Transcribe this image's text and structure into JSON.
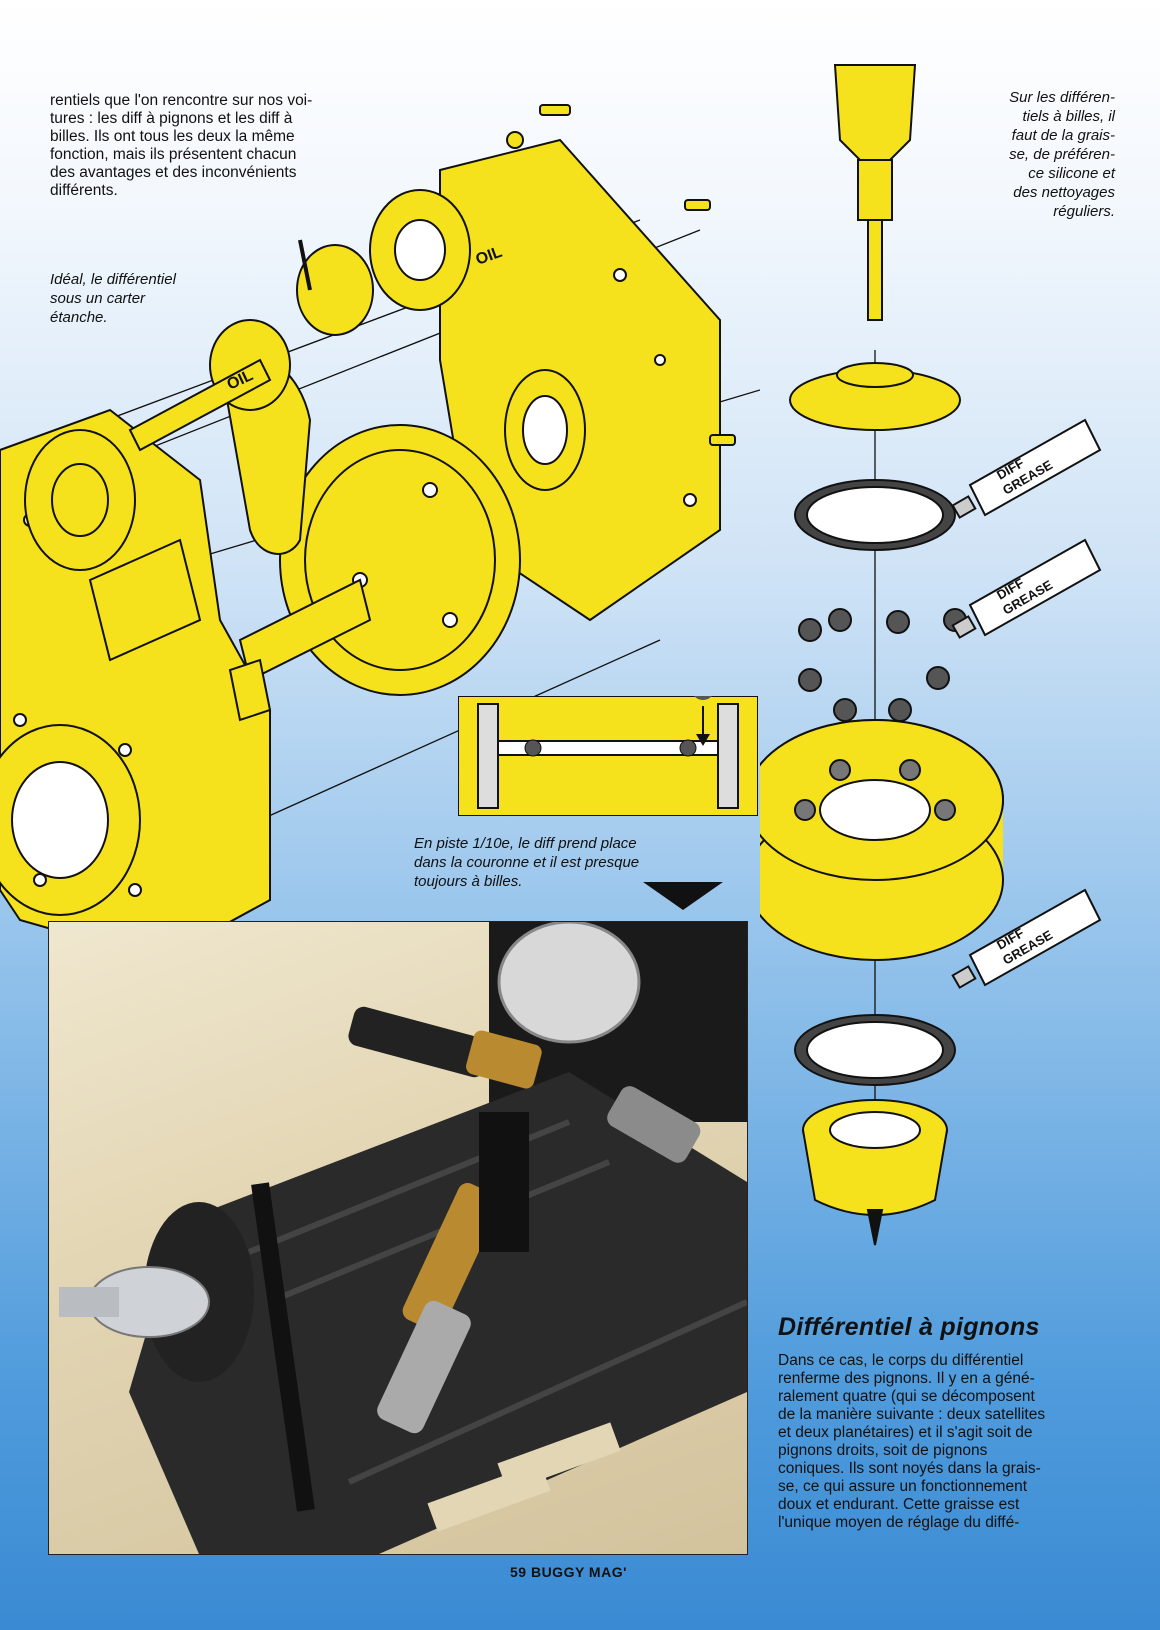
{
  "intro": {
    "lines": [
      "rentiels que l'on rencontre sur nos voi-",
      "tures : les diff à pignons et les diff à",
      "billes. Ils ont tous les deux la même",
      "fonction, mais ils présentent chacun",
      "des avantages et des inconvénients",
      "différents."
    ]
  },
  "caption_carter": {
    "lines": [
      "Idéal, le différentiel",
      "sous un carter",
      "étanche."
    ]
  },
  "caption_grease": {
    "lines": [
      "Sur les différen-",
      "tiels à billes, il",
      "faut de la grais-",
      "se, de préféren-",
      "ce silicone et",
      "des nettoyages",
      "réguliers."
    ]
  },
  "caption_piste": {
    "lines": [
      "En piste 1/10e, le diff prend place",
      "dans la couronne et il est presque",
      "toujours à billes."
    ]
  },
  "illustration": {
    "oil_label": "OIL",
    "tube_labels": [
      "DIFF",
      "GREASE"
    ]
  },
  "section": {
    "heading": "Différentiel à pignons",
    "lines": [
      "Dans ce cas, le corps du différentiel",
      "renferme des  pignons. Il y en a géné-",
      "ralement quatre (qui se décomposent",
      "de la manière suivante : deux satellites",
      "et deux planétaires) et il s'agit soit de",
      "pignons  droits,  soit  de  pignons",
      "coniques. Ils sont noyés dans la grais-",
      "se, ce qui assure un fonctionnement",
      "doux et endurant. Cette graisse est",
      "l'unique moyen de réglage du diffé-"
    ]
  },
  "footer": {
    "folio": "59 BUGGY MAG'"
  },
  "colors": {
    "yellow": "#f6e21c",
    "outline": "#111111",
    "blue": "#3a8ad3"
  }
}
